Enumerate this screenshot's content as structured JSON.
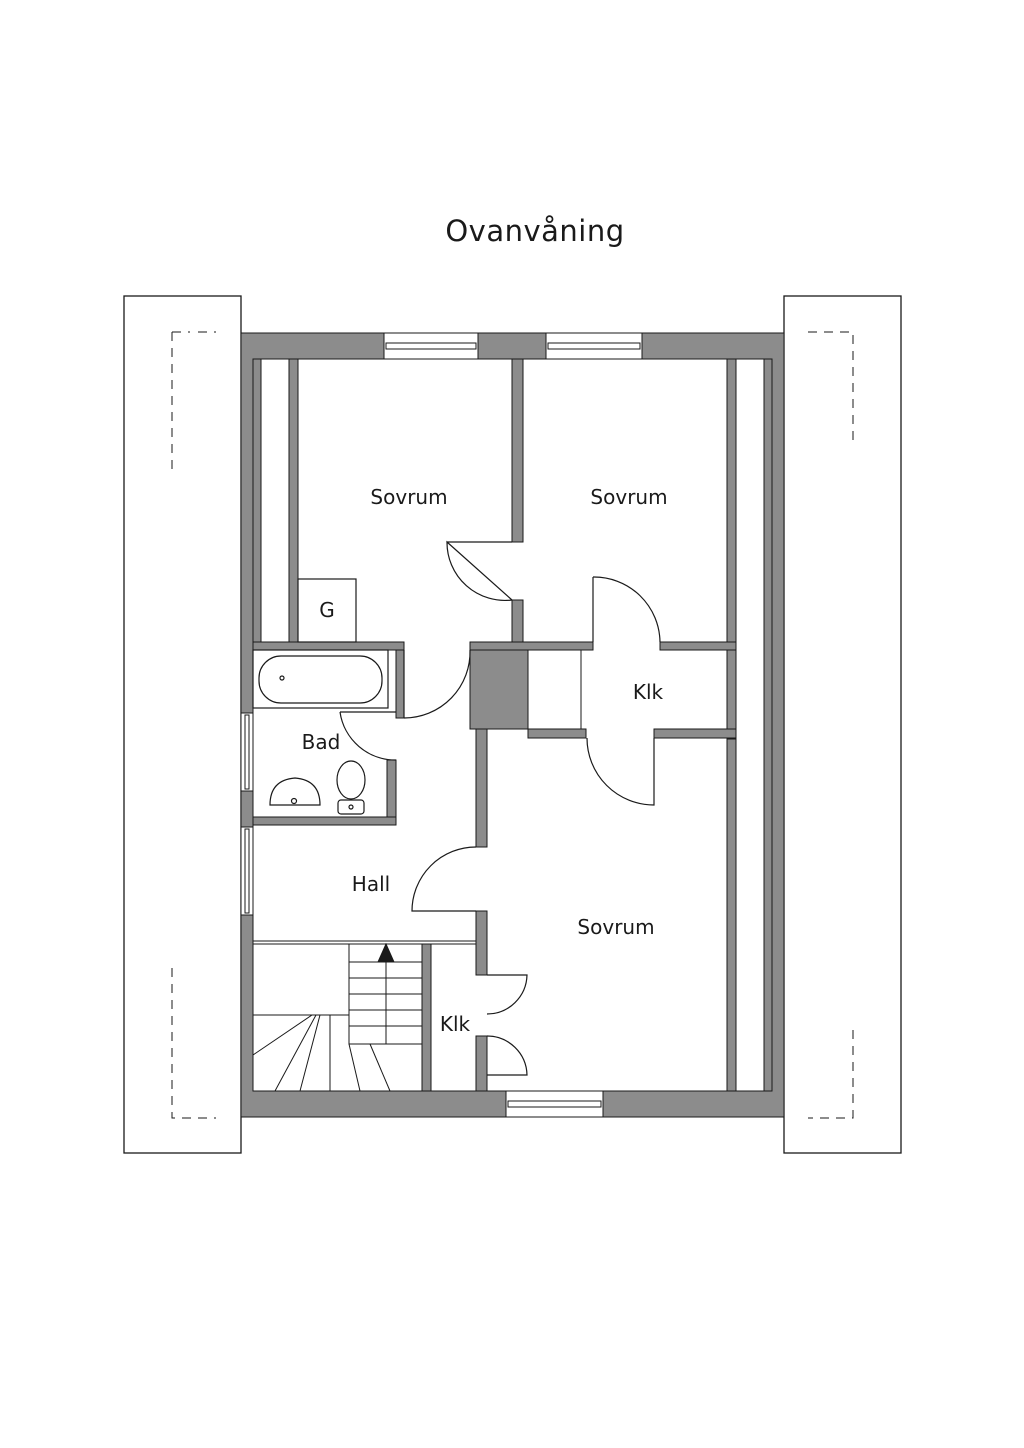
{
  "title": "Ovanvåning",
  "rooms": {
    "bedroom_1": "Sovrum",
    "bedroom_2": "Sovrum",
    "bedroom_3": "Sovrum",
    "closet_1": "Klk",
    "closet_2": "Klk",
    "wardrobe": "G",
    "bathroom": "Bad",
    "hall": "Hall"
  },
  "colors": {
    "wall": "#8c8c8c",
    "line": "#1a1a1a",
    "background": "#ffffff"
  }
}
